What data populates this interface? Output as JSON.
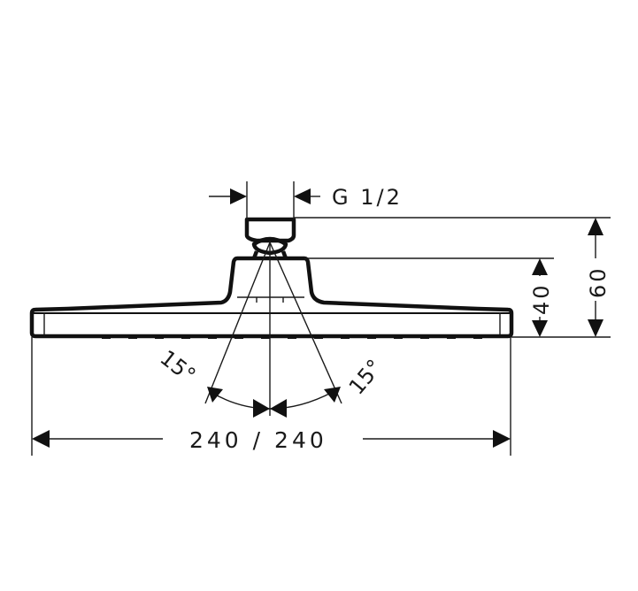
{
  "drawing": {
    "title": "Overhead shower technical drawing",
    "colors": {
      "line": "#111111",
      "background": "#ffffff"
    },
    "labels": {
      "thread": "G 1/2",
      "height_total": "60",
      "height_body": "40",
      "angle_left": "15°",
      "angle_right": "15°",
      "width": "240 / 240"
    }
  }
}
